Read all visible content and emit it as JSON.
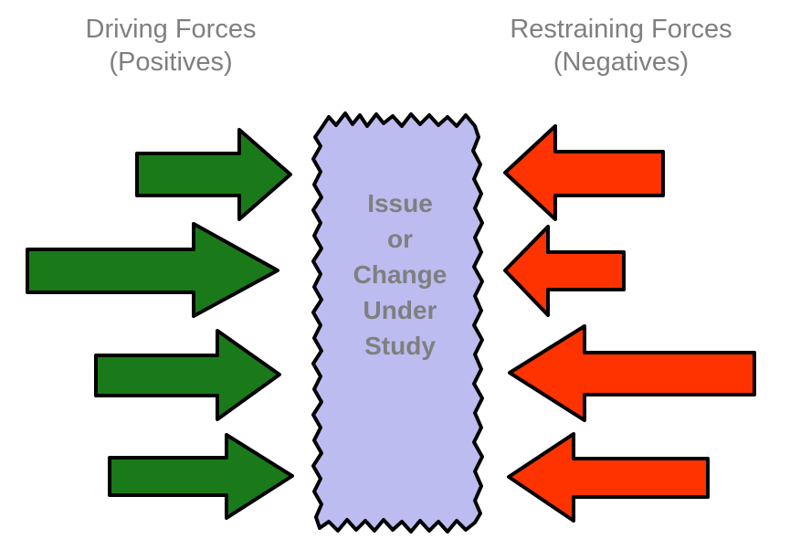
{
  "driving_heading": {
    "title": "Driving Forces",
    "subtitle": "(Positives)"
  },
  "restraining_heading": {
    "title": "Restraining Forces",
    "subtitle": "(Negatives)"
  },
  "center_box": {
    "lines": [
      "Issue",
      "or",
      "Change",
      "Under",
      "Study"
    ]
  },
  "colors": {
    "driving_arrow": "#1a7a1a",
    "restraining_arrow": "#ff3300",
    "center_box": "#bcbcf0",
    "heading_text": "#7f7f7f",
    "outline": "#000000"
  },
  "icons": {
    "driving_arrow": "arrow-right-icon",
    "restraining_arrow": "arrow-left-icon"
  }
}
